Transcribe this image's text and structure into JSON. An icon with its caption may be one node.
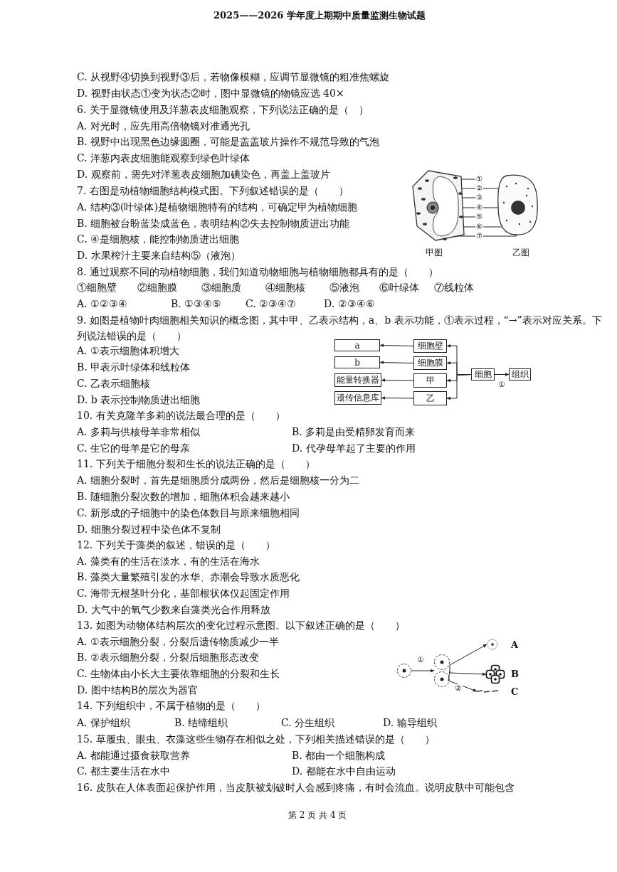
{
  "diagram": {
    "title": "2025——2026 学年度上期期中质量监测生物试题",
    "nodes": [
      {
        "text": [
          "①"
        ]
      },
      {
        "text": [
          "②"
        ]
      },
      {
        "text": [
          "③"
        ]
      },
      {
        "text": [
          "④"
        ]
      },
      {
        "text": [
          "⑤"
        ]
      },
      {
        "text": [
          "⑥"
        ]
      },
      {
        "text": [
          "⑦"
        ]
      },
      {
        "text": [
          "a"
        ]
      },
      {
        "text": [
          "细胞壁"
        ]
      },
      {
        "text": [
          "b"
        ]
      },
      {
        "text": [
          "细胞膜"
        ]
      },
      {
        "text": [
          "能量转换器"
        ]
      },
      {
        "text": [
          "甲"
        ]
      },
      {
        "text": [
          "遗传信息库"
        ]
      },
      {
        "text": [
          "乙"
        ]
      },
      {
        "text": [
          "细胞"
        ]
      },
      {
        "text": [
          "组织"
        ]
      },
      {
        "text": [],
        "shape": "circle"
      },
      {
        "text": [],
        "shape": "picture"
      },
      {
        "text": [],
        "shape": "picture",
        "beside": [
          "A"
        ]
      },
      {
        "text": [],
        "shape": "picture",
        "beside": [
          "B"
        ]
      },
      {
        "text": [],
        "shape": "picture",
        "beside": [
          "C"
        ]
      },
      {
        "text": [],
        "shape": "picture",
        "beside": [
          "甲图"
        ]
      },
      {
        "text": [],
        "shape": "picture",
        "beside": [
          "乙图"
        ]
      }
    ],
    "edges": [
      {
        "from": 0,
        "to": 22,
        "arrow": "none"
      },
      {
        "from": 1,
        "to": 22,
        "arrow": "none"
      },
      {
        "from": 2,
        "to": 22,
        "arrow": "none"
      },
      {
        "from": 3,
        "to": 22,
        "arrow": "none"
      },
      {
        "from": 4,
        "to": 22,
        "arrow": "none"
      },
      {
        "from": 5,
        "to": 22,
        "arrow": "none"
      },
      {
        "from": 6,
        "to": 22,
        "arrow": "none"
      },
      {
        "from": 1,
        "to": 23,
        "arrow": "none"
      },
      {
        "from": 3,
        "to": 23,
        "arrow": "none"
      },
      {
        "from": 5,
        "to": 23,
        "arrow": "none"
      },
      {
        "from": 6,
        "to": 23,
        "arrow": "none"
      },
      {
        "from": 8,
        "to": 7,
        "arrow": "to"
      },
      {
        "from": 10,
        "to": 9,
        "arrow": "to"
      },
      {
        "from": 12,
        "to": 11,
        "arrow": "to"
      },
      {
        "from": 14,
        "to": 13,
        "arrow": "to"
      },
      {
        "from": 15,
        "to": 8,
        "arrow": "to"
      },
      {
        "from": 15,
        "to": 10,
        "arrow": "to"
      },
      {
        "from": 15,
        "to": 12,
        "arrow": "to"
      },
      {
        "from": 15,
        "to": 14,
        "arrow": "to"
      },
      {
        "from": 15,
        "to": 16,
        "arrow": "to",
        "label": "①"
      },
      {
        "from": 17,
        "to": 18,
        "arrow": "to",
        "label": "①"
      },
      {
        "from": 18,
        "to": 19,
        "arrow": "to"
      },
      {
        "from": 18,
        "to": 20,
        "arrow": "to"
      },
      {
        "from": 18,
        "to": 21,
        "arrow": "to",
        "label": "②"
      }
    ],
    "labels": [
      "C. 从视野④切换到视野③后，若物像模糊，应调节显微镜的粗准焦螺旋",
      "D. 视野由状态①变为状态②时，图中显微镜的物镜应选 40×",
      "6. 关于显微镜使用及洋葱表皮细胞观察，下列说法正确的是（　）",
      "A. 对光时，应先用高倍物镜对准通光孔",
      "B. 视野中出现黑色边缘圆圈，可能是盖盖玻片操作不规范导致的气泡",
      "C. 洋葱内表皮细胞能观察到绿色叶绿体",
      "D. 观察前，需先对洋葱表皮细胞加碘染色，再盖上盖玻片",
      "7. 右图是动植物细胞结构模式图。下列叙述错误的是（　　）",
      "A. 结构③(叶绿体)是植物细胞特有的结构，可确定甲为植物细胞",
      "B. 细胞被台盼蓝染成蓝色，表明结构②失去控制物质进出功能",
      "C. ④是细胞核，能控制物质进出细胞",
      "D. 水果榨汁主要来自结构⑤（液泡）",
      "8. 通过观察不同的动植物细胞，我们知道动物细胞与植物细胞都具有的是（　　）",
      "①细胞壁",
      "②细胞膜",
      "③细胞质",
      "④细胞核",
      "⑤液泡",
      "⑥叶绿体",
      "⑦线粒体",
      "A. ①②③④",
      "B. ①③④⑤",
      "C. ②③④⑦",
      "D. ②③④⑥",
      "9. 如图是植物叶肉细胞相关知识的概念图，其中甲、乙表示结构，a、b 表示功能，①表示过程，“→”表示对应关系。下列说法错误的是（　　）",
      "A. ①表示细胞体积增大",
      "B. 甲表示叶绿体和线粒体",
      "C. 乙表示细胞核",
      "D. b 表示控制物质进出细胞",
      "10. 有关克隆羊多莉的说法最合理的是（　　）",
      "A. 多莉与供核母羊非常相似",
      "B. 多莉是由受精卵发育而来",
      "C. 生它的母羊是它的母亲",
      "D. 代孕母羊起了主要的作用",
      "11. 下列关于细胞分裂和生长的说法正确的是（　　）",
      "A. 细胞分裂时，首先是细胞质分成两份，然后是细胞核一分为二",
      "B. 随细胞分裂次数的增加，细胞体积会越来越小",
      "C. 新形成的子细胞中的染色体数目与原来细胞相同",
      "D. 细胞分裂过程中染色体不复制",
      "12. 下列关于藻类的叙述，错误的是（　　）",
      "A. 藻类有的生活在淡水，有的生活在海水",
      "B. 藻类大量繁殖引发的水华、赤潮会导致水质恶化",
      "C. 海带无根茎叶分化，基部根状体仅起固定作用",
      "D. 大气中的氧气少数来自藻类光合作用释放",
      "13. 如图为动物体结构层次的变化过程示意图。以下叙述正确的是（　　）",
      "A. ①表示细胞分裂，分裂后遗传物质减少一半",
      "B. ②表示细胞分裂，分裂后细胞形态改变",
      "C. 生物体由小长大主要依靠细胞的分裂和生长",
      "D. 图中结构B的层次为器官",
      "14. 下列组织中，不属于植物的是（　　）",
      "A. 保护组织",
      "B. 结缔组织",
      "C. 分生组织",
      "D. 输导组织",
      "15. 草履虫、眼虫、衣藻这些生物存在相似之处，下列相关描述错误的是（　　）",
      "A. 都能通过摄食获取营养",
      "B. 都由一个细胞构成",
      "C. 都主要生活在水中",
      "D. 都能在水中自由运动",
      "16. 皮肤在人体表面起保护作用，当皮肤被划破时人会感到疼痛，有时会流血。说明皮肤中可能包含",
      "第 2 页 共 4 页"
    ]
  }
}
